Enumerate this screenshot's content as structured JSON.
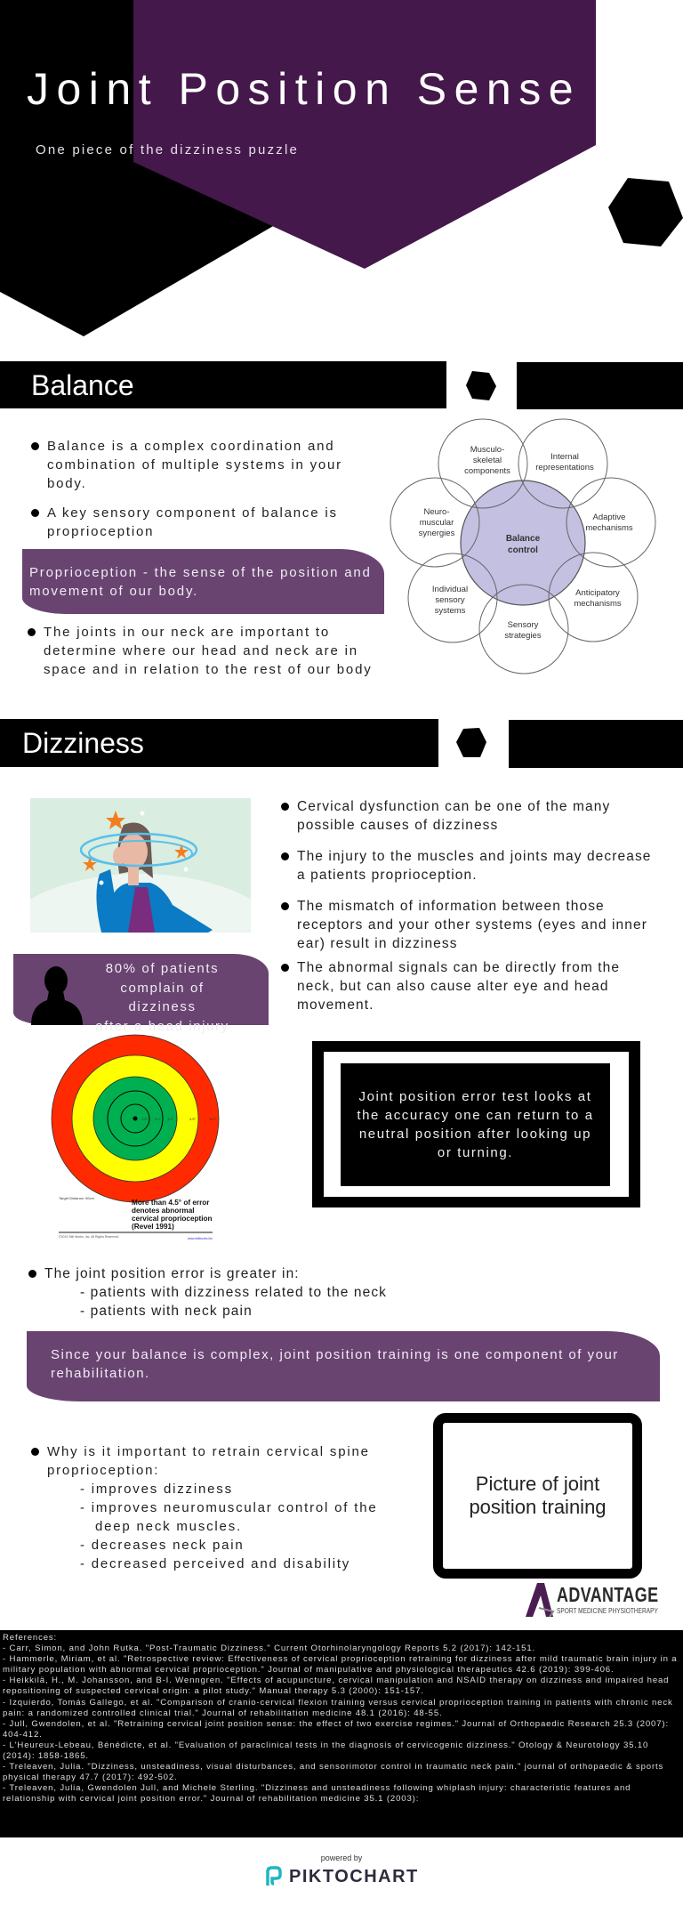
{
  "header": {
    "title": "Joint Position Sense",
    "subtitle": "One piece of the dizziness puzzle",
    "colors": {
      "purple_dark": "#45184b",
      "purple_pill": "#694471",
      "black": "#000000"
    }
  },
  "balance": {
    "heading": "Balance",
    "bullets": [
      "Balance is a complex coordination and combination of multiple systems in your body.",
      "A key sensory component of balance is proprioception"
    ],
    "callout": "Proprioception - the sense of the position and movement of our body.",
    "bullet_after": "The joints in our neck are important to determine where our head and neck are in space and in relation to the rest of our body",
    "diagram": {
      "center": [
        "Balance",
        "control"
      ],
      "nodes": [
        {
          "lines": [
            "Musculo-",
            "skeletal",
            "components"
          ]
        },
        {
          "lines": [
            "Internal",
            "representations"
          ]
        },
        {
          "lines": [
            "Adaptive",
            "mechanisms"
          ]
        },
        {
          "lines": [
            "Anticipatory",
            "mechanisms"
          ]
        },
        {
          "lines": [
            "Sensory",
            "strategies"
          ]
        },
        {
          "lines": [
            "Individual",
            "sensory",
            "systems"
          ]
        },
        {
          "lines": [
            "Neuro-",
            "muscular",
            "synergies"
          ]
        }
      ]
    }
  },
  "dizziness": {
    "heading": "Dizziness",
    "bullets": [
      "Cervical dysfunction can be one of the many possible causes of dizziness",
      "The injury to the muscles and joints may decrease a patients proprioception.",
      "The mismatch of information between those receptors and your other systems (eyes and inner ear) result in dizziness",
      "The abnormal signals can be directly from the neck, but can also cause alter eye and head movement."
    ],
    "stat": [
      "80% of patients",
      "complain of dizziness",
      "after a head injury"
    ],
    "target": {
      "ring_labels": [
        "1.0°",
        "2.0°",
        "3.0°",
        "4.5°",
        "6.0°"
      ],
      "distance_note": "Target Distance: 90cm",
      "caption": [
        "More than 4.5° of error",
        "denotes abnormal",
        "cervical proprioception",
        "(Revel 1991)"
      ],
      "footer_left": "©2013 Still Works, Inc. All Rights Reserved.",
      "footer_right": "www.stillworks.biz",
      "colors": {
        "outer": "#ff2a00",
        "middle": "#ffff00",
        "inner": "#00b050"
      }
    },
    "test_box": "Joint position error test looks at the accuracy one can return to a neutral position after looking up or turning.",
    "error_bullet": "The joint position error is greater in:",
    "error_subs": [
      "- patients with dizziness related to the neck",
      "- patients with neck pain"
    ],
    "callout": "Since your balance is complex, joint position training is one component of your rehabilitation.",
    "why_bullet": "Why is it important to retrain cervical spine proprioception:",
    "why_subs": [
      "- improves dizziness",
      "- improves neuromuscular control of the",
      "deep neck muscles.",
      "- decreases neck pain",
      "- decreased perceived and disability"
    ],
    "picture_placeholder": "Picture of joint position training"
  },
  "logo": {
    "name": "ADVANTAGE",
    "tagline": "SPORT MEDICINE PHYSIOTHERAPY"
  },
  "references": {
    "heading": "References:",
    "items": [
      "- Carr, Simon, and John Rutka. \"Post-Traumatic Dizziness.\" Current Otorhinolaryngology Reports 5.2 (2017): 142-151.",
      "- Hammerle, Miriam, et al. \"Retrospective review: Effectiveness of cervical proprioception retraining for dizziness after mild traumatic brain injury in a military population with abnormal cervical proprioception.\" Journal of manipulative and physiological therapeutics 42.6 (2019): 399-406.",
      "- Heikkilä, H., M. Johansson, and B-I. Wenngren. \"Effects of acupuncture, cervical manipulation and NSAID therapy on dizziness and impaired head repositioning of suspected cervical origin: a pilot study.\" Manual therapy 5.3 (2000): 151-157.",
      "- Izquierdo, Tomás Gallego, et al. \"Comparison of cranio-cervical flexion training versus cervical proprioception training in patients with chronic neck pain: a randomized controlled clinical trial.\" Journal of rehabilitation medicine 48.1 (2016): 48-55.",
      "- Jull, Gwendolen, et al. \"Retraining cervical joint position sense: the effect of two exercise regimes.\" Journal of Orthopaedic Research 25.3 (2007): 404-412.",
      "- L'Heureux-Lebeau, Bénédicte, et al. \"Evaluation of paraclinical tests in the diagnosis of cervicogenic dizziness.\" Otology & Neurotology 35.10 (2014): 1858-1865.",
      "- Treleaven, Julia. \"Dizziness, unsteadiness, visual disturbances, and sensorimotor control in traumatic neck pain.\" journal of orthopaedic & sports physical therapy 47.7 (2017): 492-502.",
      "- Treleaven, Julia, Gwendolen Jull, and Michele Sterling. \"Dizziness and unsteadiness following whiplash injury: characteristic features and relationship with cervical joint position error.\" Journal of rehabilitation medicine 35.1 (2003):"
    ]
  },
  "footer": {
    "powered_by": "powered by",
    "brand": "PIKTOCHART",
    "brand_color": "#1fb5c0"
  }
}
